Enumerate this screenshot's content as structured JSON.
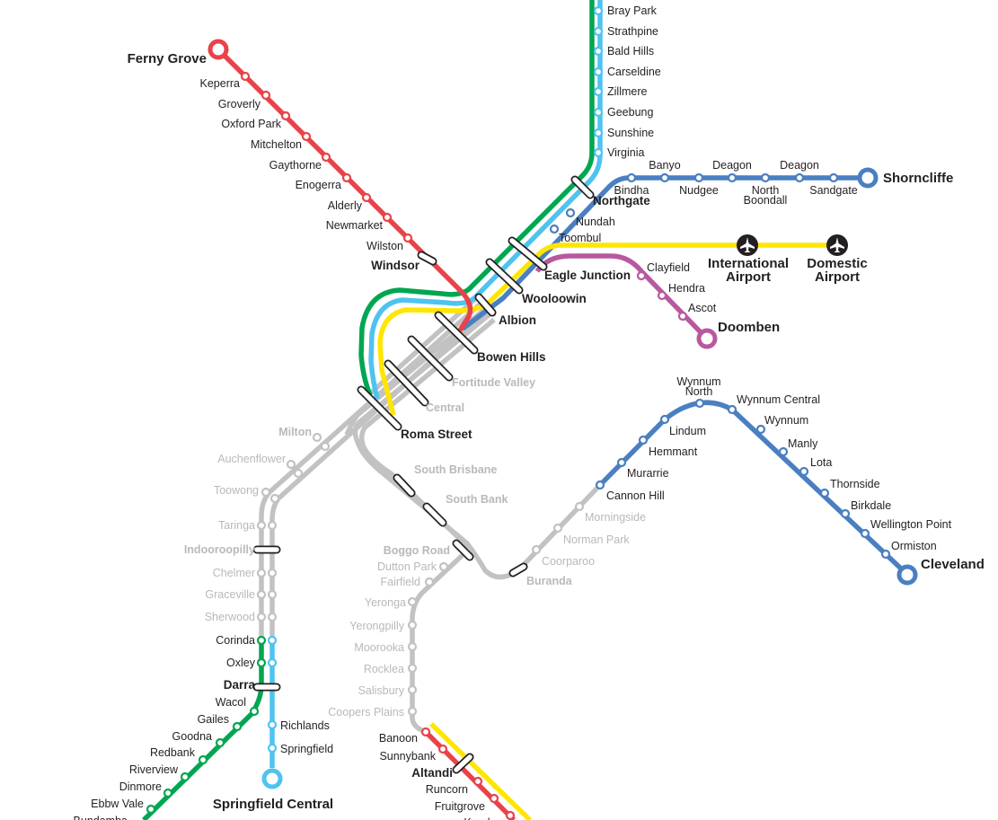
{
  "colors": {
    "green": "#00a651",
    "lightblue": "#4fc3f0",
    "darkblue": "#4a7fc1",
    "yellow": "#ffe600",
    "purple": "#b8589f",
    "red": "#e8434a",
    "grey": "#c2c2c2"
  },
  "icons": [
    "airplane-icon",
    "terminus-icon",
    "interchange-icon",
    "station-icon"
  ],
  "stations": {
    "bray_park": "Bray Park",
    "strathpine": "Strathpine",
    "bald_hills": "Bald Hills",
    "carseldine": "Carseldine",
    "zillmere": "Zillmere",
    "geebung": "Geebung",
    "sunshine": "Sunshine",
    "virginia": "Virginia",
    "bindha": "Bindha",
    "banyo": "Banyo",
    "nudgee": "Nudgee",
    "deagon1": "Deagon",
    "north_boondall_1": "North",
    "north_boondall_2": "Boondall",
    "deagon2": "Deagon",
    "sandgate": "Sandgate",
    "shorncliffe": "Shorncliffe",
    "northgate": "Northgate",
    "nundah": "Nundah",
    "toombul": "Toombul",
    "intl_1": "International",
    "intl_2": "Airport",
    "dom_1": "Domestic",
    "dom_2": "Airport",
    "eagle_junction": "Eagle Junction",
    "wooloowin": "Wooloowin",
    "albion": "Albion",
    "bowen_hills": "Bowen Hills",
    "fortitude_valley": "Fortitude Valley",
    "central": "Central",
    "roma_street": "Roma Street",
    "ferny_grove": "Ferny Grove",
    "keperra": "Keperra",
    "groverly": "Groverly",
    "oxford_park": "Oxford Park",
    "mitchelton": "Mitchelton",
    "gaythorne": "Gaythorne",
    "enogerra": "Enogerra",
    "alderly": "Alderly",
    "newmarket": "Newmarket",
    "wilston": "Wilston",
    "windsor": "Windsor",
    "clayfield": "Clayfield",
    "hendra": "Hendra",
    "ascot": "Ascot",
    "doomben": "Doomben",
    "wynnum_north_1": "Wynnum",
    "wynnum_north_2": "North",
    "wynnum_central": "Wynnum Central",
    "wynnum": "Wynnum",
    "manly": "Manly",
    "lota": "Lota",
    "thornside": "Thornside",
    "birkdale": "Birkdale",
    "wellington_point": "Wellington Point",
    "ormiston": "Ormiston",
    "cleveland": "Cleveland",
    "lindum": "Lindum",
    "hemmant": "Hemmant",
    "murarrie": "Murarrie",
    "cannon_hill": "Cannon Hill",
    "morningside": "Morningside",
    "norman_park": "Norman Park",
    "coorparoo": "Coorparoo",
    "buranda": "Buranda",
    "milton": "Milton",
    "auchenflower": "Auchenflower",
    "toowong": "Toowong",
    "taringa": "Taringa",
    "indooroopilly": "Indooroopilly",
    "chelmer": "Chelmer",
    "graceville": "Graceville",
    "sherwood": "Sherwood",
    "corinda": "Corinda",
    "oxley": "Oxley",
    "darra": "Darra",
    "wacol": "Wacol",
    "gailes": "Gailes",
    "goodna": "Goodna",
    "redbank": "Redbank",
    "riverview": "Riverview",
    "dinmore": "Dinmore",
    "ebbw_vale": "Ebbw Vale",
    "bundamba": "Bundamba",
    "richlands": "Richlands",
    "springfield": "Springfield",
    "springfield_central": "Springfield Central",
    "south_brisbane": "South Brisbane",
    "south_bank": "South Bank",
    "boggo_road": "Boggo Road",
    "dutton_park": "Dutton Park",
    "fairfield": "Fairfield",
    "yeronga": "Yeronga",
    "yerongpilly": "Yerongpilly",
    "moorooka": "Moorooka",
    "rocklea": "Rocklea",
    "salisbury": "Salisbury",
    "coopers_plains": "Coopers Plains",
    "banoon": "Banoon",
    "sunnybank": "Sunnybank",
    "altandi": "Altandi",
    "runcorn": "Runcorn",
    "fruitgrove": "Fruitgrove",
    "kuraby": "Kuraby"
  }
}
